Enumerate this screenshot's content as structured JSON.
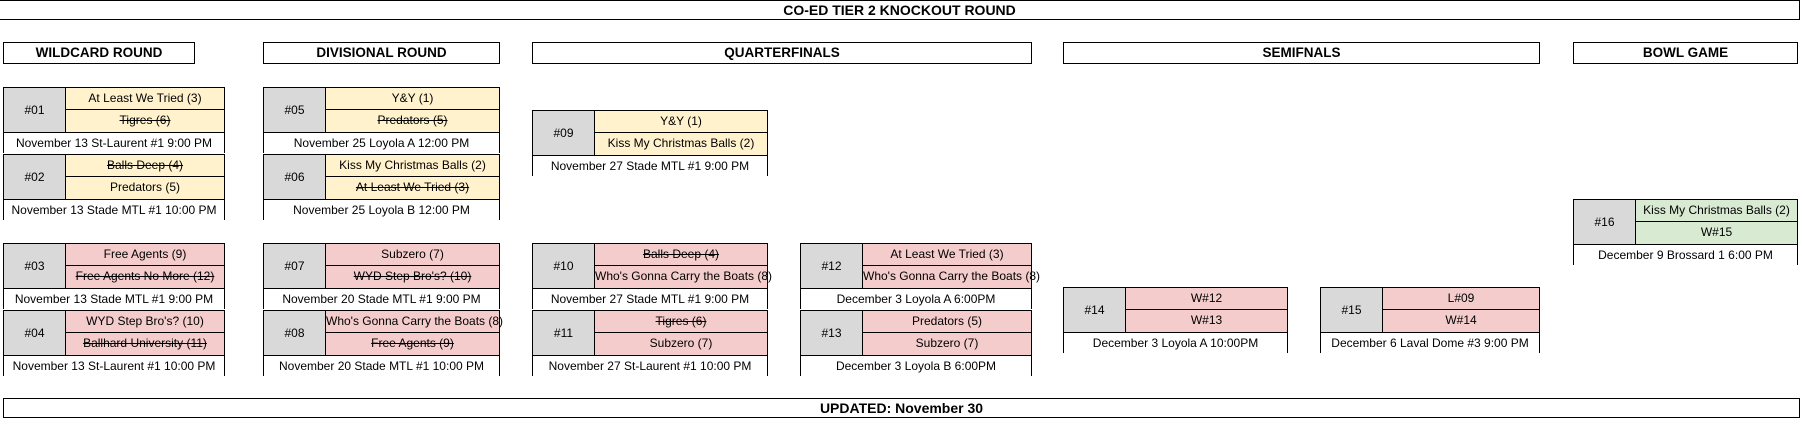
{
  "title": "CO-ED TIER 2 KNOCKOUT ROUND",
  "updated": "UPDATED: November 30",
  "rounds": [
    "WILDCARD ROUND",
    "DIVISIONAL ROUND",
    "QUARTERFINALS",
    "SEMIFNALS",
    "BOWL GAME"
  ],
  "colors": {
    "yellow": "#fff2cc",
    "pink": "#f4cccc",
    "green": "#d9ead3",
    "number_cell": "#d9d9d9"
  },
  "matches": {
    "m01": {
      "num": "#01",
      "team1": "At Least We Tried (3)",
      "team2": "Tigres (6)",
      "info": "November 13 St-Laurent #1 9:00 PM"
    },
    "m02": {
      "num": "#02",
      "team1": "Balls Deep (4)",
      "team2": "Predators (5)",
      "info": "November 13 Stade MTL #1 10:00 PM"
    },
    "m03": {
      "num": "#03",
      "team1": "Free Agents (9)",
      "team2": "Free Agents No More (12)",
      "info": "November 13 Stade MTL #1 9:00 PM"
    },
    "m04": {
      "num": "#04",
      "team1": "WYD Step Bro's? (10)",
      "team2": "Ballhard University (11)",
      "info": "November 13 St-Laurent #1 10:00 PM"
    },
    "m05": {
      "num": "#05",
      "team1": "Y&Y (1)",
      "team2": "Predators (5)",
      "info": "November 25 Loyola A 12:00 PM"
    },
    "m06": {
      "num": "#06",
      "team1": "Kiss My Christmas Balls (2)",
      "team2": "At Least We Tried (3)",
      "info": "November 25 Loyola B 12:00 PM"
    },
    "m07": {
      "num": "#07",
      "team1": "Subzero (7)",
      "team2": "WYD Step Bro's? (10)",
      "info": "November 20 Stade MTL #1 9:00 PM"
    },
    "m08": {
      "num": "#08",
      "team1": "Who's Gonna Carry the Boats (8)",
      "team2": "Free Agents (9)",
      "info": "November 20 Stade MTL #1 10:00 PM"
    },
    "m09": {
      "num": "#09",
      "team1": "Y&Y (1)",
      "team2": "Kiss My Christmas Balls (2)",
      "info": "November 27 Stade MTL #1 9:00 PM"
    },
    "m10": {
      "num": "#10",
      "team1": "Balls Deep (4)",
      "team2": "Who's Gonna Carry the Boats (8)",
      "info": "November 27 Stade MTL #1 9:00 PM"
    },
    "m11": {
      "num": "#11",
      "team1": "Tigres (6)",
      "team2": "Subzero (7)",
      "info": "November 27 St-Laurent #1 10:00 PM"
    },
    "m12": {
      "num": "#12",
      "team1": "At Least We Tried (3)",
      "team2": "Who's Gonna Carry the Boats (8)",
      "info": "December 3 Loyola A 6:00PM"
    },
    "m13": {
      "num": "#13",
      "team1": "Predators (5)",
      "team2": "Subzero (7)",
      "info": "December 3 Loyola B 6:00PM"
    },
    "m14": {
      "num": "#14",
      "team1": "W#12",
      "team2": "W#13",
      "info": "December 3 Loyola A 10:00PM"
    },
    "m15": {
      "num": "#15",
      "team1": "L#09",
      "team2": "W#14",
      "info": "December 6 Laval Dome #3 9:00 PM"
    },
    "m16": {
      "num": "#16",
      "team1": "Kiss My Christmas Balls (2)",
      "team2": "W#15",
      "info": "December 9 Brossard 1 6:00 PM"
    }
  }
}
